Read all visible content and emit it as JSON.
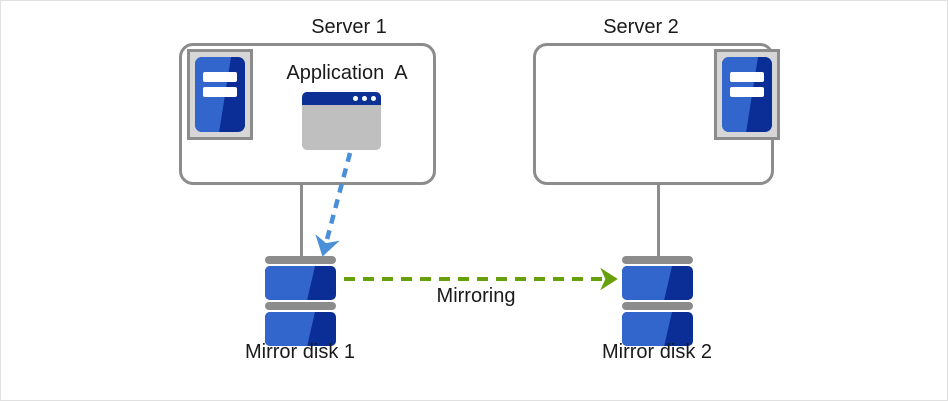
{
  "diagram": {
    "type": "mirroring-architecture",
    "title_left": "Server 1",
    "title_right": "Server 2",
    "application_label": "Application  A",
    "disk_left_label": "Mirror disk 1",
    "disk_right_label": "Mirror disk 2",
    "mirroring_label": "Mirroring"
  },
  "colors": {
    "outer_border": "#e0e0e0",
    "box_stroke": "#8c8c8c",
    "icon_frame_fill": "#d6d6d6",
    "blue_light": "#3366cc",
    "blue_dark": "#0a2d96",
    "titlebar_blue": "#0d3095",
    "window_body_gray": "#bfbfbf",
    "write_arrow_blue": "#4a90d9",
    "mirror_arrow_green": "#66a00a",
    "text": "#1a1a1a"
  },
  "arrows": {
    "write_arrow": {
      "name": "application-write-arrow",
      "style": "dashed",
      "color": "#4a90d9",
      "from": "Application A window",
      "to": "Mirror disk 1"
    },
    "mirror_arrow": {
      "name": "mirroring-arrow",
      "style": "dashed",
      "color": "#66a00a",
      "from": "Mirror disk 1",
      "to": "Mirror disk 2"
    }
  },
  "icons": {
    "server_icon": "server-tower-icon",
    "app_window_icon": "application-window-icon",
    "disk_icon": "disk-stack-icon"
  }
}
